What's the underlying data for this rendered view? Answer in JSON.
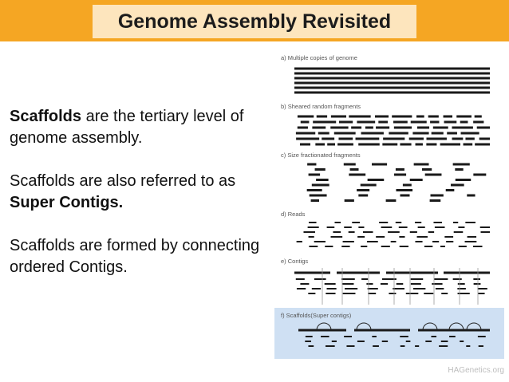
{
  "title": "Genome Assembly Revisited",
  "paragraphs": [
    {
      "bold_lead": "Scaffolds",
      "text": " are the tertiary level of genome assembly.",
      "bold_tail": ""
    },
    {
      "bold_lead": "",
      "text": "Scaffolds are also referred to as ",
      "bold_tail": "Super Contigs."
    },
    {
      "bold_lead": "",
      "text": "Scaffolds are formed by connecting ordered Contigs.",
      "bold_tail": ""
    }
  ],
  "figure": {
    "labels": [
      "a) Multiple copies of genome",
      "b) Sheared random fragments",
      "c) Size fractionated fragments",
      "d) Reads",
      "e) Contigs",
      "f) Scaffolds(Super contigs)"
    ]
  },
  "footer": "HAGenetics.org",
  "colors": {
    "title_bar": "#f5a623",
    "title_box": "#fde5bd",
    "scaffold_panel": "#cfe0f3",
    "footer_text": "#bdbdbd"
  }
}
